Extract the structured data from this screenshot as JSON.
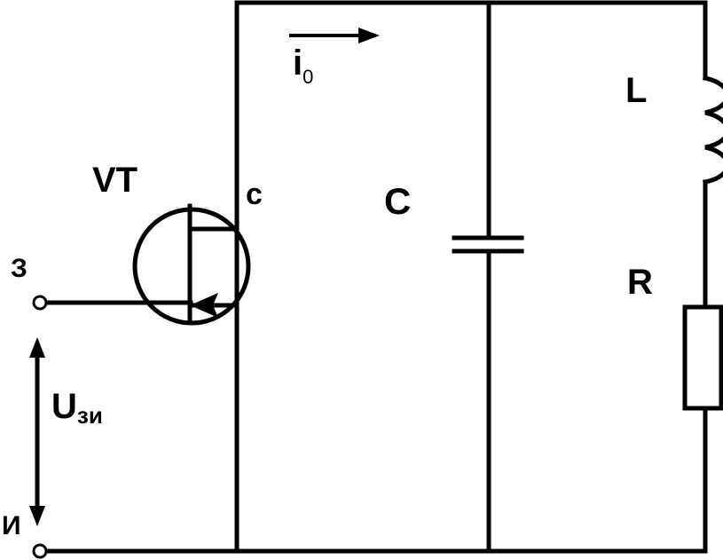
{
  "labels": {
    "transistor": "VT",
    "drain": "с",
    "gate": "З",
    "source": "И",
    "voltage_main": "U",
    "voltage_sub": "зи",
    "current_main": "i",
    "current_sub": "0",
    "capacitor": "C",
    "inductor": "L",
    "resistor": "R"
  },
  "colors": {
    "ink": "#000000",
    "background": "#ffffff"
  }
}
